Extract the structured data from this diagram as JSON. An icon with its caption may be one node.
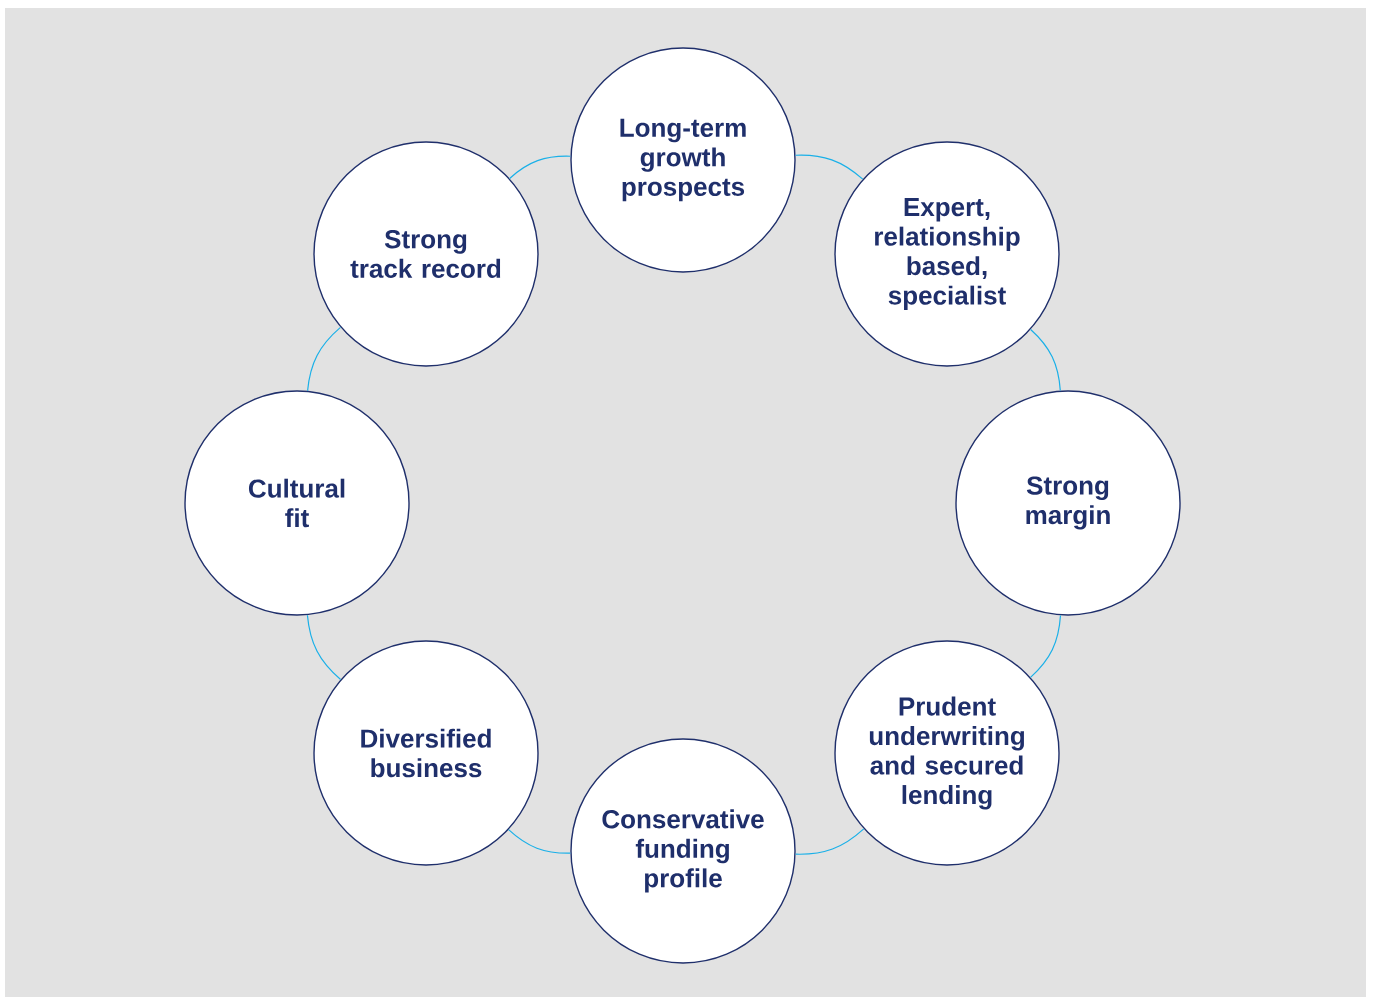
{
  "diagram": {
    "nodes": [
      {
        "text": [
          "Long-term growth prospects"
        ]
      },
      {
        "text": [
          "Expert, relationship based, specialist"
        ]
      },
      {
        "text": [
          "Strong margin"
        ]
      },
      {
        "text": [
          "Prudent underwriting and secured lending"
        ]
      },
      {
        "text": [
          "Conservative funding profile"
        ]
      },
      {
        "text": [
          "Diversified business"
        ]
      },
      {
        "text": [
          "Cultural fit"
        ]
      },
      {
        "text": [
          "Strong track record"
        ]
      }
    ],
    "edges": [
      {
        "from": 0,
        "to": 1,
        "arrow": "none"
      },
      {
        "from": 1,
        "to": 2,
        "arrow": "none"
      },
      {
        "from": 2,
        "to": 3,
        "arrow": "none"
      },
      {
        "from": 3,
        "to": 4,
        "arrow": "none"
      },
      {
        "from": 4,
        "to": 5,
        "arrow": "none"
      },
      {
        "from": 5,
        "to": 6,
        "arrow": "none"
      },
      {
        "from": 6,
        "to": 7,
        "arrow": "none"
      },
      {
        "from": 7,
        "to": 0,
        "arrow": "none"
      }
    ]
  }
}
